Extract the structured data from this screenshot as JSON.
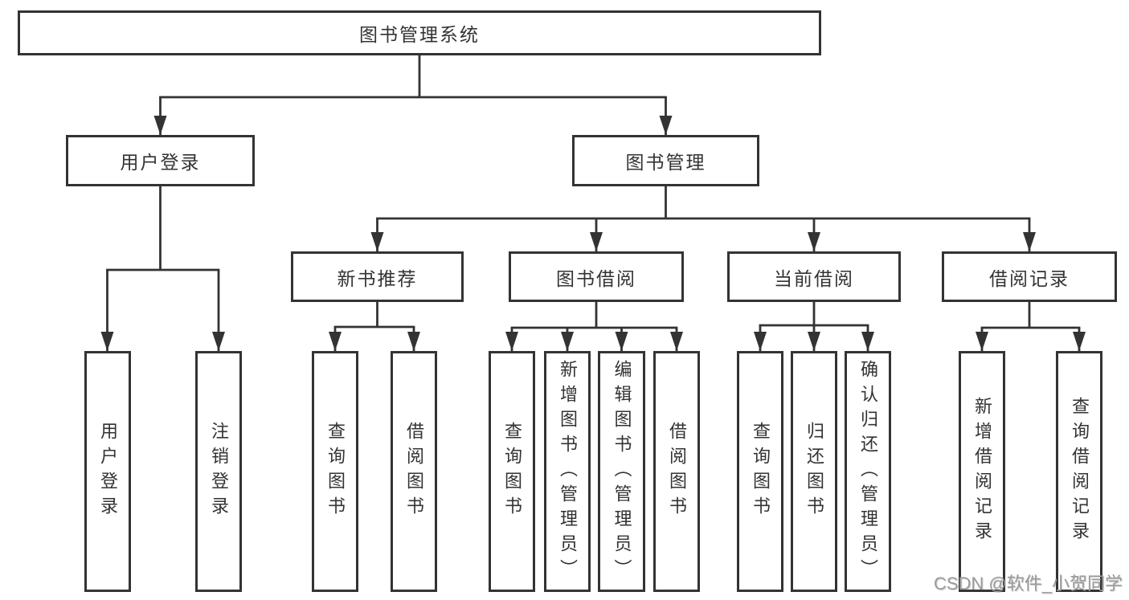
{
  "diagram": {
    "root": {
      "label": "图书管理系统",
      "children": [
        {
          "label": "用户登录",
          "children": [
            {
              "label": "用户登录"
            },
            {
              "label": "注销登录"
            }
          ]
        },
        {
          "label": "图书管理",
          "children": [
            {
              "label": "新书推荐",
              "children": [
                {
                  "label": "查询图书"
                },
                {
                  "label": "借阅图书"
                }
              ]
            },
            {
              "label": "图书借阅",
              "children": [
                {
                  "label": "查询图书"
                },
                {
                  "label": "新增图书（管理员）"
                },
                {
                  "label": "编辑图书（管理员）"
                },
                {
                  "label": "借阅图书"
                }
              ]
            },
            {
              "label": "当前借阅",
              "children": [
                {
                  "label": "查询图书"
                },
                {
                  "label": "归还图书"
                },
                {
                  "label": "确认归还（管理员）"
                }
              ]
            },
            {
              "label": "借阅记录",
              "children": [
                {
                  "label": "新增借阅记录"
                },
                {
                  "label": "查询借阅记录"
                }
              ]
            }
          ]
        }
      ]
    }
  },
  "watermark": {
    "text": "CSDN @软件_小贺同学"
  },
  "colors": {
    "line": "#333333",
    "text": "#333333",
    "watermark": "#9b9b9b",
    "background": "#ffffff"
  }
}
